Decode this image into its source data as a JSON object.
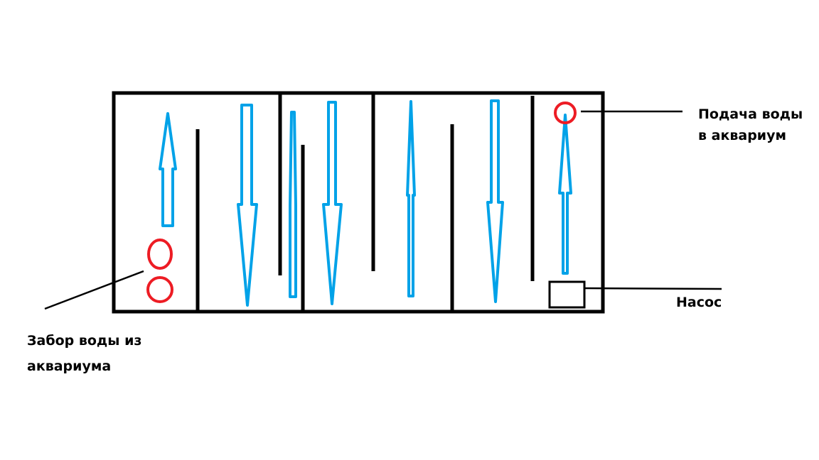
{
  "labels": {
    "outlet_line1": "Подача воды",
    "outlet_line2": "в аквариум",
    "pump": "Насос",
    "intake_line1": "Забор воды из",
    "intake_line2": "аквариума"
  },
  "colors": {
    "arrow": "#00a2e8",
    "port": "#ed1c24",
    "wall": "#000000"
  }
}
